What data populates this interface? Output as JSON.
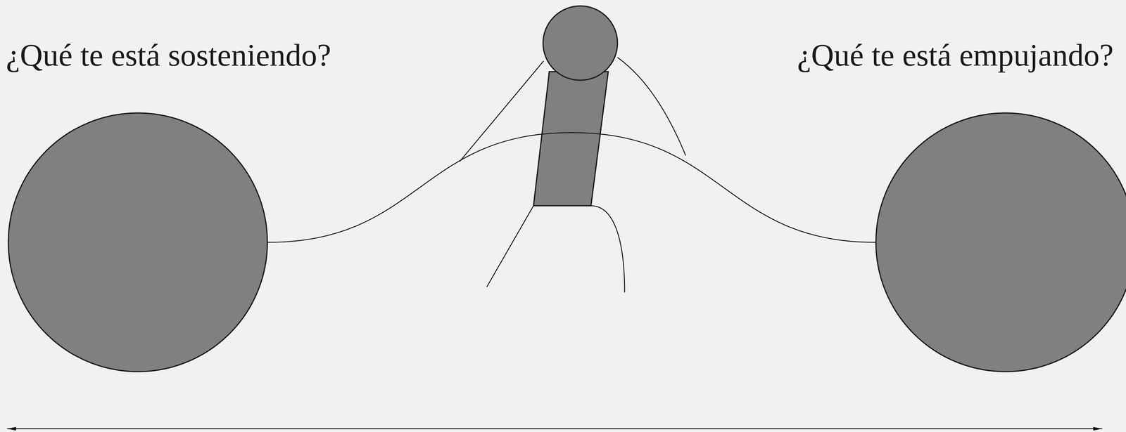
{
  "diagram": {
    "nodes": [
      {
        "text": [
          "¿Qué te está sosteniendo?"
        ]
      },
      {
        "text": [
          "¿Qué te está empujando?"
        ]
      }
    ],
    "edges": [
      {
        "from": 0,
        "to": 1,
        "arrow": "none"
      }
    ]
  }
}
